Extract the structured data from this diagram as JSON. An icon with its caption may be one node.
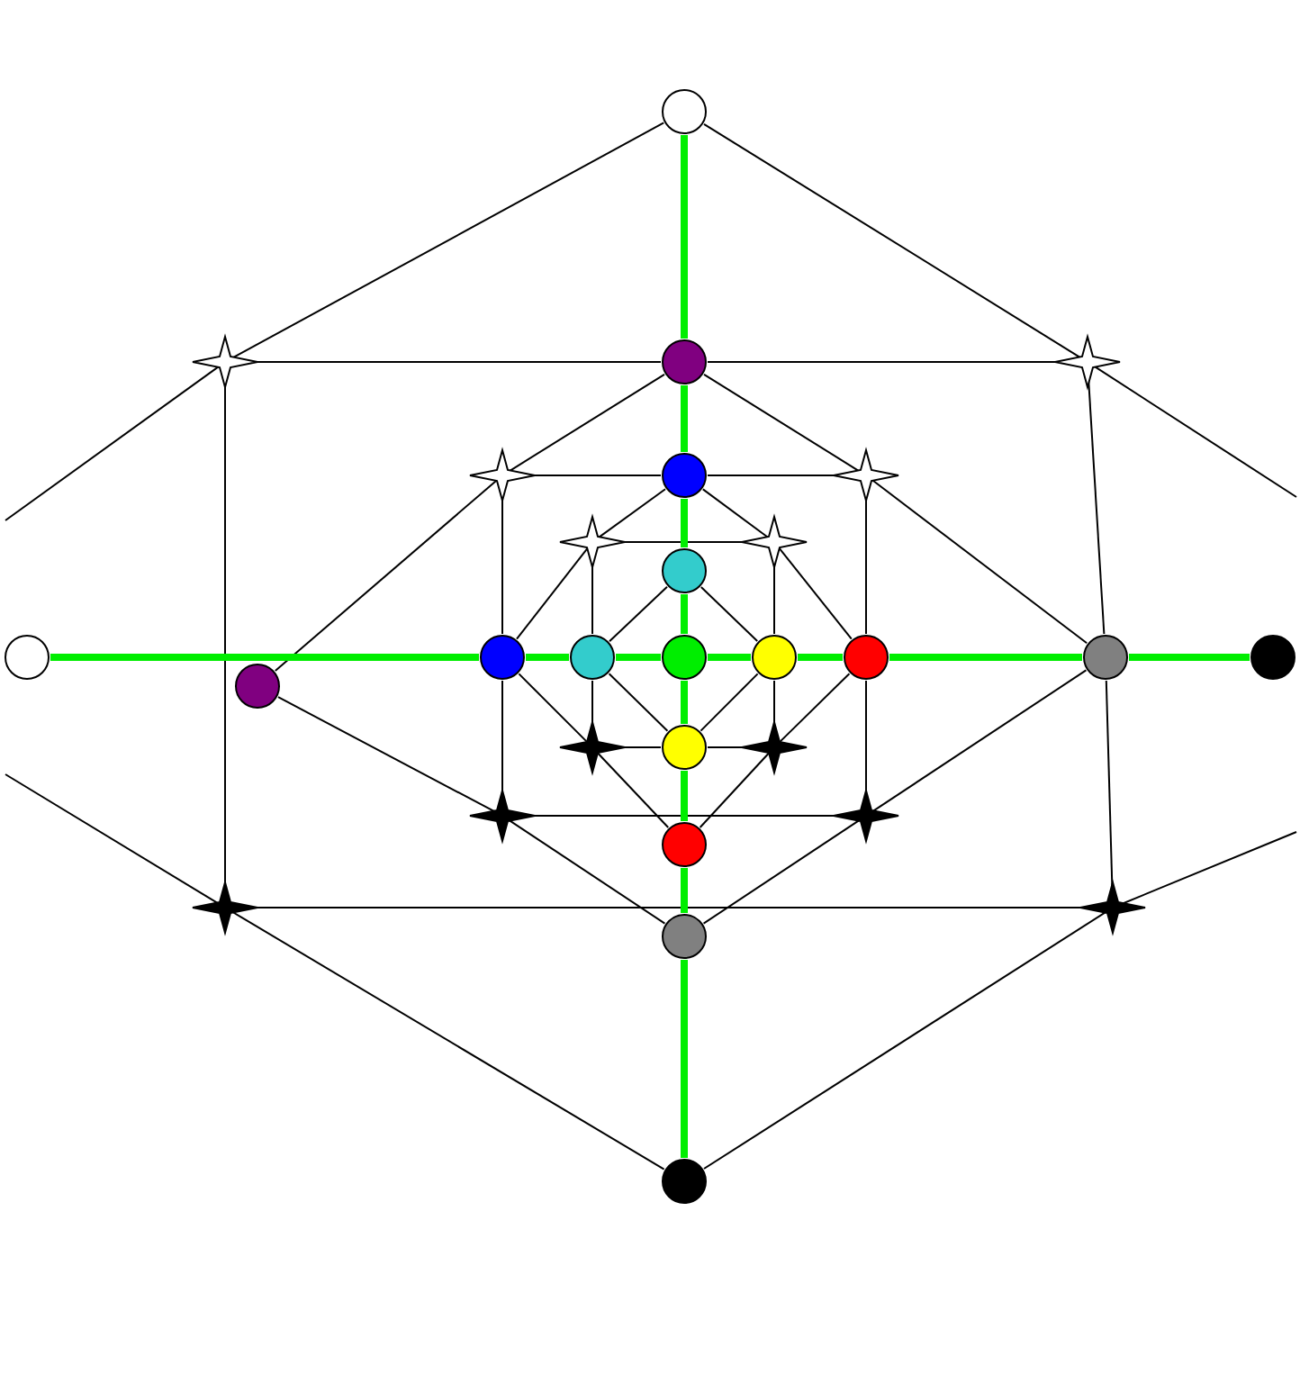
{
  "diagram": {
    "nodes": [
      {
        "text": [],
        "shape": "circle"
      },
      {
        "text": [],
        "shape": "star"
      },
      {
        "text": [],
        "shape": "circle"
      },
      {
        "text": [],
        "shape": "star"
      },
      {
        "text": [],
        "shape": "star"
      },
      {
        "text": [],
        "shape": "circle"
      },
      {
        "text": [],
        "shape": "star"
      },
      {
        "text": [],
        "shape": "star"
      },
      {
        "text": [],
        "shape": "star"
      },
      {
        "text": [],
        "shape": "circle"
      },
      {
        "text": [],
        "shape": "circle"
      },
      {
        "text": [],
        "shape": "circle"
      },
      {
        "text": [],
        "shape": "circle"
      },
      {
        "text": [],
        "shape": "circle"
      },
      {
        "text": [],
        "shape": "circle"
      },
      {
        "text": [],
        "shape": "circle"
      },
      {
        "text": [],
        "shape": "circle"
      },
      {
        "text": [],
        "shape": "circle"
      },
      {
        "text": [],
        "shape": "circle"
      },
      {
        "text": [],
        "shape": "star"
      },
      {
        "text": [],
        "shape": "circle"
      },
      {
        "text": [],
        "shape": "star"
      },
      {
        "text": [],
        "shape": "star"
      },
      {
        "text": [],
        "shape": "star"
      },
      {
        "text": [],
        "shape": "circle"
      },
      {
        "text": [],
        "shape": "star"
      },
      {
        "text": [],
        "shape": "star"
      },
      {
        "text": [],
        "shape": "circle"
      },
      {
        "text": [],
        "shape": "circle"
      }
    ],
    "edges": [
      {
        "from": 0,
        "to": 1,
        "arrow": "none"
      },
      {
        "from": 1,
        "to": null,
        "arrow": "none"
      },
      {
        "from": 0,
        "to": 3,
        "arrow": "none"
      },
      {
        "from": 3,
        "to": null,
        "arrow": "none"
      },
      {
        "from": null,
        "to": 25,
        "arrow": "none"
      },
      {
        "from": 25,
        "to": 28,
        "arrow": "none"
      },
      {
        "from": 28,
        "to": 26,
        "arrow": "none"
      },
      {
        "from": 26,
        "to": null,
        "arrow": "none"
      },
      {
        "from": 1,
        "to": 2,
        "arrow": "none"
      },
      {
        "from": 2,
        "to": 3,
        "arrow": "none"
      },
      {
        "from": 4,
        "to": 5,
        "arrow": "none"
      },
      {
        "from": 5,
        "to": 6,
        "arrow": "none"
      },
      {
        "from": 7,
        "to": 8,
        "arrow": "none"
      },
      {
        "from": 19,
        "to": 20,
        "arrow": "none"
      },
      {
        "from": 20,
        "to": 21,
        "arrow": "none"
      },
      {
        "from": 22,
        "to": 23,
        "arrow": "none"
      },
      {
        "from": 25,
        "to": 26,
        "arrow": "none"
      },
      {
        "from": 1,
        "to": 25,
        "arrow": "none"
      },
      {
        "from": 3,
        "to": 16,
        "arrow": "none"
      },
      {
        "from": 16,
        "to": 26,
        "arrow": "none"
      },
      {
        "from": 4,
        "to": 11,
        "arrow": "none"
      },
      {
        "from": 11,
        "to": 22,
        "arrow": "none"
      },
      {
        "from": 6,
        "to": 15,
        "arrow": "none"
      },
      {
        "from": 15,
        "to": 23,
        "arrow": "none"
      },
      {
        "from": 7,
        "to": 12,
        "arrow": "none"
      },
      {
        "from": 12,
        "to": 19,
        "arrow": "none"
      },
      {
        "from": 8,
        "to": 14,
        "arrow": "none"
      },
      {
        "from": 14,
        "to": 21,
        "arrow": "none"
      },
      {
        "from": 2,
        "to": 4,
        "arrow": "none"
      },
      {
        "from": 4,
        "to": 18,
        "arrow": "none"
      },
      {
        "from": 2,
        "to": 6,
        "arrow": "none"
      },
      {
        "from": 6,
        "to": 16,
        "arrow": "none"
      },
      {
        "from": 18,
        "to": 22,
        "arrow": "none"
      },
      {
        "from": 22,
        "to": 27,
        "arrow": "none"
      },
      {
        "from": 27,
        "to": 23,
        "arrow": "none"
      },
      {
        "from": 23,
        "to": 16,
        "arrow": "none"
      },
      {
        "from": 5,
        "to": 7,
        "arrow": "none"
      },
      {
        "from": 7,
        "to": 11,
        "arrow": "none"
      },
      {
        "from": 5,
        "to": 8,
        "arrow": "none"
      },
      {
        "from": 8,
        "to": 15,
        "arrow": "none"
      },
      {
        "from": 11,
        "to": 19,
        "arrow": "none"
      },
      {
        "from": 19,
        "to": 24,
        "arrow": "none"
      },
      {
        "from": 24,
        "to": 21,
        "arrow": "none"
      },
      {
        "from": 21,
        "to": 15,
        "arrow": "none"
      },
      {
        "from": 9,
        "to": 12,
        "arrow": "none"
      },
      {
        "from": 9,
        "to": 14,
        "arrow": "none"
      },
      {
        "from": 12,
        "to": 20,
        "arrow": "none"
      },
      {
        "from": 20,
        "to": 14,
        "arrow": "none"
      },
      {
        "from": 0,
        "to": 2,
        "arrow": "none",
        "style": "thick",
        "color": "#00ee00"
      },
      {
        "from": 2,
        "to": 5,
        "arrow": "none",
        "style": "thick",
        "color": "#00ee00"
      },
      {
        "from": 5,
        "to": 9,
        "arrow": "none",
        "style": "thick",
        "color": "#00ee00"
      },
      {
        "from": 9,
        "to": 13,
        "arrow": "none",
        "style": "thick",
        "color": "#00ee00"
      },
      {
        "from": 13,
        "to": 20,
        "arrow": "none",
        "style": "thick",
        "color": "#00ee00"
      },
      {
        "from": 20,
        "to": 24,
        "arrow": "none",
        "style": "thick",
        "color": "#00ee00"
      },
      {
        "from": 24,
        "to": 27,
        "arrow": "none",
        "style": "thick",
        "color": "#00ee00"
      },
      {
        "from": 27,
        "to": 28,
        "arrow": "none",
        "style": "thick",
        "color": "#00ee00"
      },
      {
        "from": 10,
        "to": 11,
        "arrow": "none",
        "style": "thick",
        "color": "#00ee00"
      },
      {
        "from": 11,
        "to": 12,
        "arrow": "none",
        "style": "thick",
        "color": "#00ee00"
      },
      {
        "from": 12,
        "to": 13,
        "arrow": "none",
        "style": "thick",
        "color": "#00ee00"
      },
      {
        "from": 13,
        "to": 14,
        "arrow": "none",
        "style": "thick",
        "color": "#00ee00"
      },
      {
        "from": 14,
        "to": 15,
        "arrow": "none",
        "style": "thick",
        "color": "#00ee00"
      },
      {
        "from": 15,
        "to": 16,
        "arrow": "none",
        "style": "thick",
        "color": "#00ee00"
      },
      {
        "from": 16,
        "to": 17,
        "arrow": "none",
        "style": "thick",
        "color": "#00ee00"
      }
    ]
  }
}
